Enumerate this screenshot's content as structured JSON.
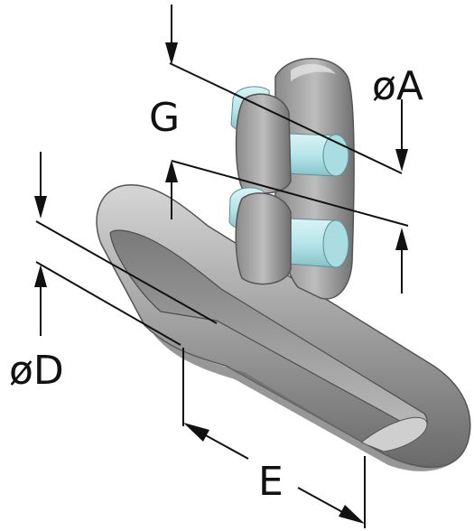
{
  "labels": {
    "dim_a": "øA",
    "dim_g": "G",
    "dim_d": "øD",
    "dim_e": "E"
  },
  "colors": {
    "metal": "#9c9c9c",
    "metal_dark": "#5e5e5e",
    "metal_light": "#d2d2d2",
    "pin": "#b6e6ea",
    "pin_dark": "#7fbcc2",
    "line": "#111111"
  }
}
